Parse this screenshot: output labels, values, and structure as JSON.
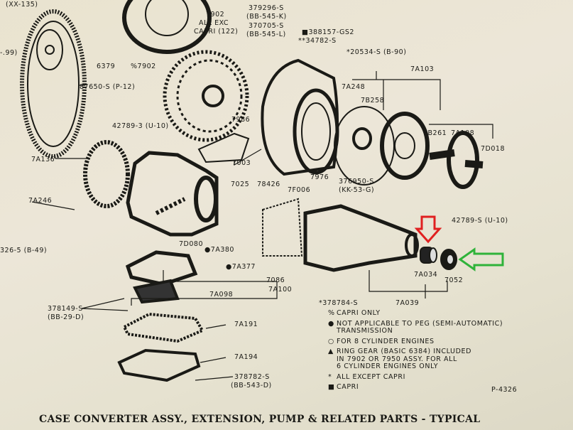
{
  "labels": {
    "xx135": "(XX-135)",
    "p99": "-.99)",
    "p6379": "6379",
    "p7902cap": "%7902",
    "p7902": "7902",
    "allexc": "ALL EXC",
    "capri122": "CAPRI (122)",
    "p379296": "379296-S",
    "bb545k": "(BB-545-K)",
    "p370705": "370705-S",
    "bb545l": "(BB-545-L)",
    "p87650": "87650-S (P-12)",
    "p42789_3": "42789-3 (U-10)",
    "p7986": "7986",
    "p388157": "■388157-GS2",
    "p34782": "**34782-S",
    "p20534": "*20534-S (B-90)",
    "p7A103": "7A103",
    "p7A248": "7A248",
    "p7B258": "7B258",
    "p7B261": "7B261",
    "p7A108": "7A108",
    "p7D018": "7D018",
    "p7A136": "7A136",
    "p7003": "7003",
    "p7025": "7025",
    "p78426": "78426",
    "p7F006": "7F006",
    "p7976": "7976",
    "p376950": "376950-S",
    "kk53g": "(KK-53-G)",
    "p7A246": "7A246",
    "p326": "326-5 (B-49)",
    "p7D080": "7D080",
    "p7A380": "●7A380",
    "p7A377": "●7A377",
    "p42789_s": "42789-S (U-10)",
    "p7086": "7086",
    "p7A034": "7A034",
    "p7052": "7052",
    "p7A100": "7A100",
    "p7A098": "7A098",
    "p378149": "378149-S",
    "bb29d": "(BB-29-D)",
    "p378784": "*378784-S",
    "p7A039": "7A039",
    "p7A191": "7A191",
    "p7A194": "7A194",
    "p378782": "378782-S",
    "bb543d": "(BB-543-D)",
    "plate": "P-4326"
  },
  "notes": [
    {
      "symbol": "%",
      "lines": [
        "CAPRI ONLY"
      ]
    },
    {
      "symbol": "●",
      "lines": [
        "NOT APPLICABLE TO PEG (SEMI-AUTOMATIC)",
        "TRANSMISSION"
      ]
    },
    {
      "symbol": "○",
      "lines": [
        "FOR 8 CYLINDER ENGINES"
      ]
    },
    {
      "symbol": "▲",
      "lines": [
        "RING GEAR (BASIC 6384) INCLUDED",
        "IN 7902 OR 7950 ASSY. FOR ALL",
        "6 CYLINDER ENGINES ONLY"
      ]
    },
    {
      "symbol": "*",
      "lines": [
        "ALL EXCEPT CAPRI"
      ]
    },
    {
      "symbol": "■",
      "lines": [
        "CAPRI"
      ]
    }
  ],
  "title": "CASE CONVERTER ASSY., EXTENSION, PUMP & RELATED PARTS - TYPICAL",
  "colors": {
    "red_arrow": "#e02020",
    "green_arrow": "#2fb33a",
    "ink": "#1a1a16"
  }
}
